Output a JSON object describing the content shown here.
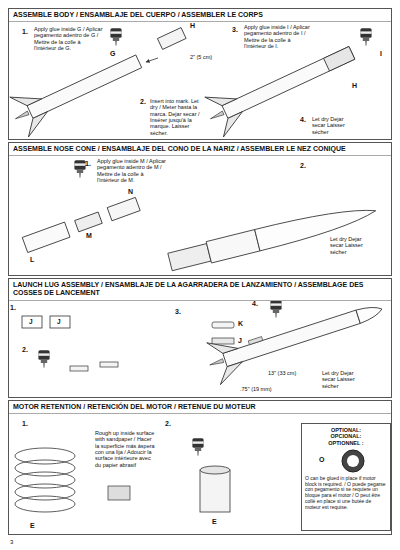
{
  "diagram": {
    "nodes": [
      {
        "text": [
          "ASSEMBLE BODY / ENSAMBLAJE DEL CUERPO / ASSEMBLER LE CORPS"
        ]
      },
      {
        "text": [
          "ASSEMBLE NOSE CONE / ENSAMBLAJE DEL CONO DE LA NARIZ / ASSEMBLER LE NEZ CONIQUE"
        ]
      },
      {
        "text": [
          "LAUNCH LUG ASSEMBLY / ENSAMBLAJE DE LA AGARRADERA DE LANZAMIENTO / ASSEMBLAGE DES COSSES DE LANCEMENT"
        ]
      },
      {
        "text": [
          "MOTOR RETENTION / RETENCIÓN DEL MOTOR / RETENUE DU MOTEUR"
        ]
      },
      {
        "text": [
          "OPTIONAL: OPCIONAL: OPTIONNEL :",
          "O can be glued in place if motor block is required. / O puede pegarse con pegamento si se requiere un bloque para el motor / O peut être collé en place si une butée de moteur est requise."
        ],
        "in": 3
      }
    ],
    "labels": [
      "1.",
      "Apply glue inside G / Aplicar pegamento adentro de G / Mettre de la colle à l'intérieur de G.",
      "G",
      "H",
      "2\" (5 cm)",
      "2.",
      "Insert into mark. Let dry / Meter hasta la marca. Dejar secar / Insérer jusqu'à la marque. Laisser sécher.",
      "3.",
      "Apply glue inside I / Aplicar pegamento adentro de I / Mettre de la colle à l'intérieur de I.",
      "I",
      "H",
      "4.",
      "Let dry Dejar secar Laisser sécher",
      "1.",
      "Apply glue inside M / Aplicar pegamento adentro de M / Mettre de la colle à l'intérieur de M.",
      "N",
      "M",
      "L",
      "2.",
      "Let dry Dejar secar Laisser sécher",
      "1.",
      "J",
      "J",
      "2.",
      "3.",
      "K",
      "J",
      "4.",
      "13\" (33 cm)",
      ".75\" (19 mm)",
      "Let dry Dejar secar Laisser sécher",
      "1.",
      "Rough up inside surface with sandpaper / Hacer la superficie más áspera con una lija / Adoucir la surface intérieure avec du papier abrasif",
      "E",
      "E",
      "2.",
      "O",
      "3"
    ]
  }
}
